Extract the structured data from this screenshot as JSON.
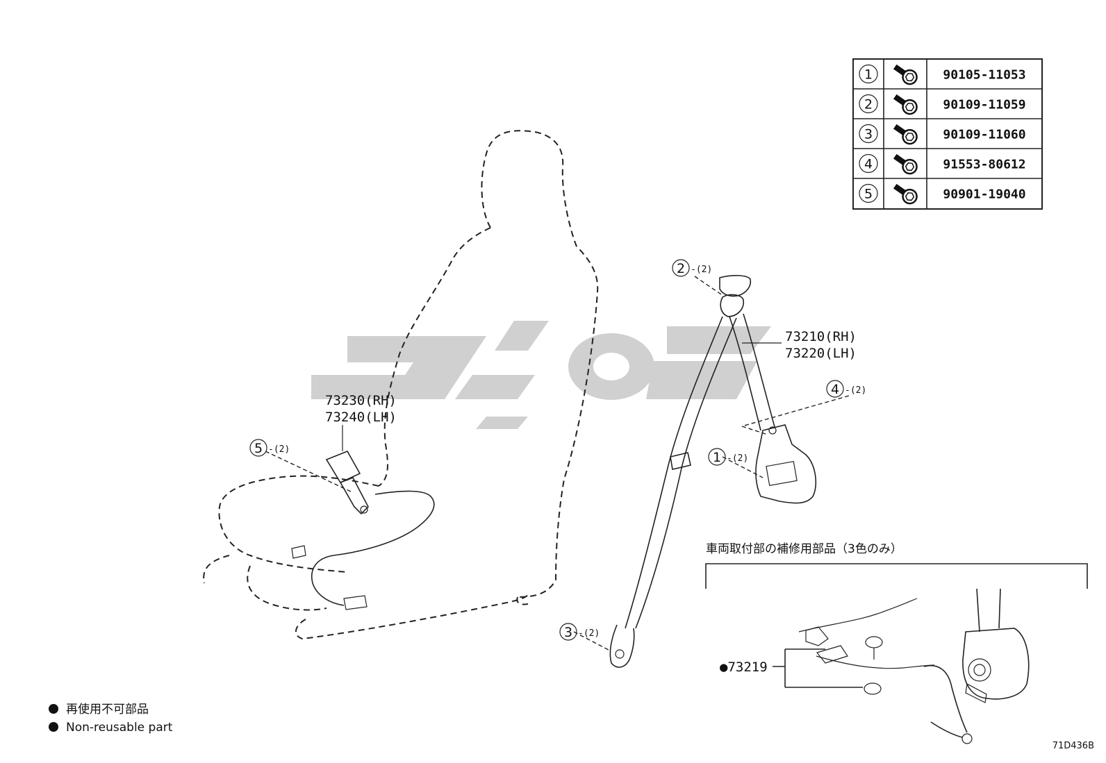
{
  "parts_table": {
    "rows": [
      {
        "index": "1",
        "part_number": "90105-11053",
        "icon": "bolt-icon"
      },
      {
        "index": "2",
        "part_number": "90109-11059",
        "icon": "bolt-icon"
      },
      {
        "index": "3",
        "part_number": "90109-11060",
        "icon": "bolt-icon"
      },
      {
        "index": "4",
        "part_number": "91553-80612",
        "icon": "bolt-icon"
      },
      {
        "index": "5",
        "part_number": "90901-19040",
        "icon": "bolt-icon"
      }
    ]
  },
  "callouts": {
    "c1": {
      "index": "1",
      "qty": "-(2)"
    },
    "c2": {
      "index": "2",
      "qty": "-(2)"
    },
    "c3": {
      "index": "3",
      "qty": "-(2)"
    },
    "c4": {
      "index": "4",
      "qty": "-(2)"
    },
    "c5": {
      "index": "5",
      "qty": "-(2)"
    }
  },
  "labels": {
    "belt_rh": "73210(RH)",
    "belt_lh": "73220(LH)",
    "buckle_rh": "73230(RH)",
    "buckle_lh": "73240(LH)",
    "repair_part": "●73219"
  },
  "inset": {
    "title": "車両取付部の補修用部品（3色のみ）"
  },
  "legend": {
    "jp": "再使用不可部品",
    "en": "Non-reusable part"
  },
  "figure_code": "71D436B",
  "colors": {
    "line": "#222222",
    "watermark": "#c8c8c8"
  }
}
